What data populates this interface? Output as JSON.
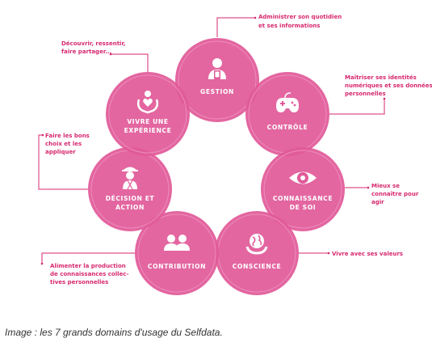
{
  "colors": {
    "circle_fill": "#e15a99",
    "circle_ring": "#ee8cbb",
    "annotation": "#d6296f",
    "icon": "#ffffff"
  },
  "domains": [
    {
      "id": "gestion",
      "label": [
        "GESTION"
      ],
      "icon": "person-phone-icon",
      "note": [
        "Administrer son quotidien",
        "et ses informations"
      ]
    },
    {
      "id": "controle",
      "label": [
        "CONTRÔLE"
      ],
      "icon": "gamepad-icon",
      "note": [
        "Maîtriser ses identités",
        "numériques et ses données",
        "personnelles"
      ]
    },
    {
      "id": "connaissance",
      "label": [
        "CONNAISSANCE",
        "DE SOI"
      ],
      "icon": "eye-icon",
      "note": [
        "Mieux se",
        "connaître pour",
        "agir"
      ]
    },
    {
      "id": "conscience",
      "label": [
        "CONSCIENCE"
      ],
      "icon": "globe-hands-icon",
      "note": [
        "Vivre avec ses valeurs"
      ]
    },
    {
      "id": "contribution",
      "label": [
        "CONTRIBUTION"
      ],
      "icon": "people-icon",
      "note": [
        "Alimenter la production",
        "de connaissances collec-",
        "tives personnelles"
      ]
    },
    {
      "id": "decision",
      "label": [
        "DÉCISION ET",
        "ACTION"
      ],
      "icon": "explorer-person-icon",
      "note": [
        "Faire les bons",
        "choix et les",
        "appliquer"
      ]
    },
    {
      "id": "experience",
      "label": [
        "VIVRE UNE",
        "EXPÉRIENCE"
      ],
      "icon": "heart-hands-icon",
      "note": [
        "Découvrir, ressentir,",
        "faire partager..."
      ]
    }
  ],
  "caption": "Image : les 7 grands domains d'usage du Selfdata."
}
